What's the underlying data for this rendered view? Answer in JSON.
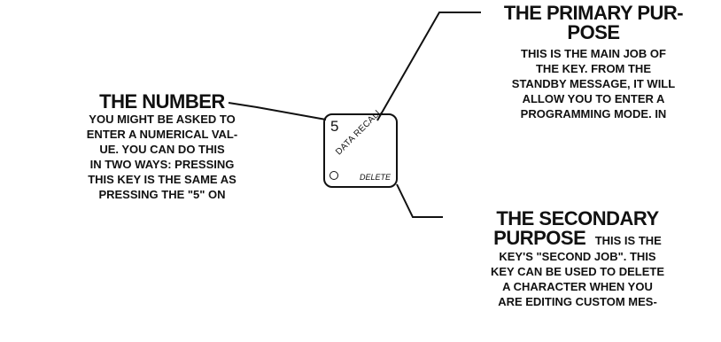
{
  "number": {
    "title": "THE NUMBER",
    "lines": [
      "YOU MIGHT BE ASKED TO",
      "ENTER A NUMERICAL VAL-",
      "UE.  YOU CAN DO THIS",
      "IN TWO WAYS:  PRESSING",
      "THIS KEY IS THE SAME AS",
      "PRESSING THE \"5\" ON"
    ]
  },
  "primary": {
    "title_line1": "THE PRIMARY PUR-",
    "title_line2": "POSE",
    "lines": [
      "THIS IS THE MAIN JOB OF",
      "THE KEY.  FROM THE",
      "STANDBY MESSAGE, IT WILL",
      "ALLOW YOU TO ENTER A",
      "PROGRAMMING MODE.  IN"
    ]
  },
  "secondary": {
    "title_line1": "THE SECONDARY",
    "title_line2": "PURPOSE",
    "line1_rest": "THIS IS THE",
    "lines": [
      "KEY'S \"SECOND JOB\".  THIS",
      "KEY CAN BE USED TO DELETE",
      "A CHARACTER WHEN YOU",
      "ARE EDITING CUSTOM MES-"
    ]
  },
  "key": {
    "number": "5",
    "primary_label": "DATA RECALL",
    "secondary_label": "DELETE"
  }
}
